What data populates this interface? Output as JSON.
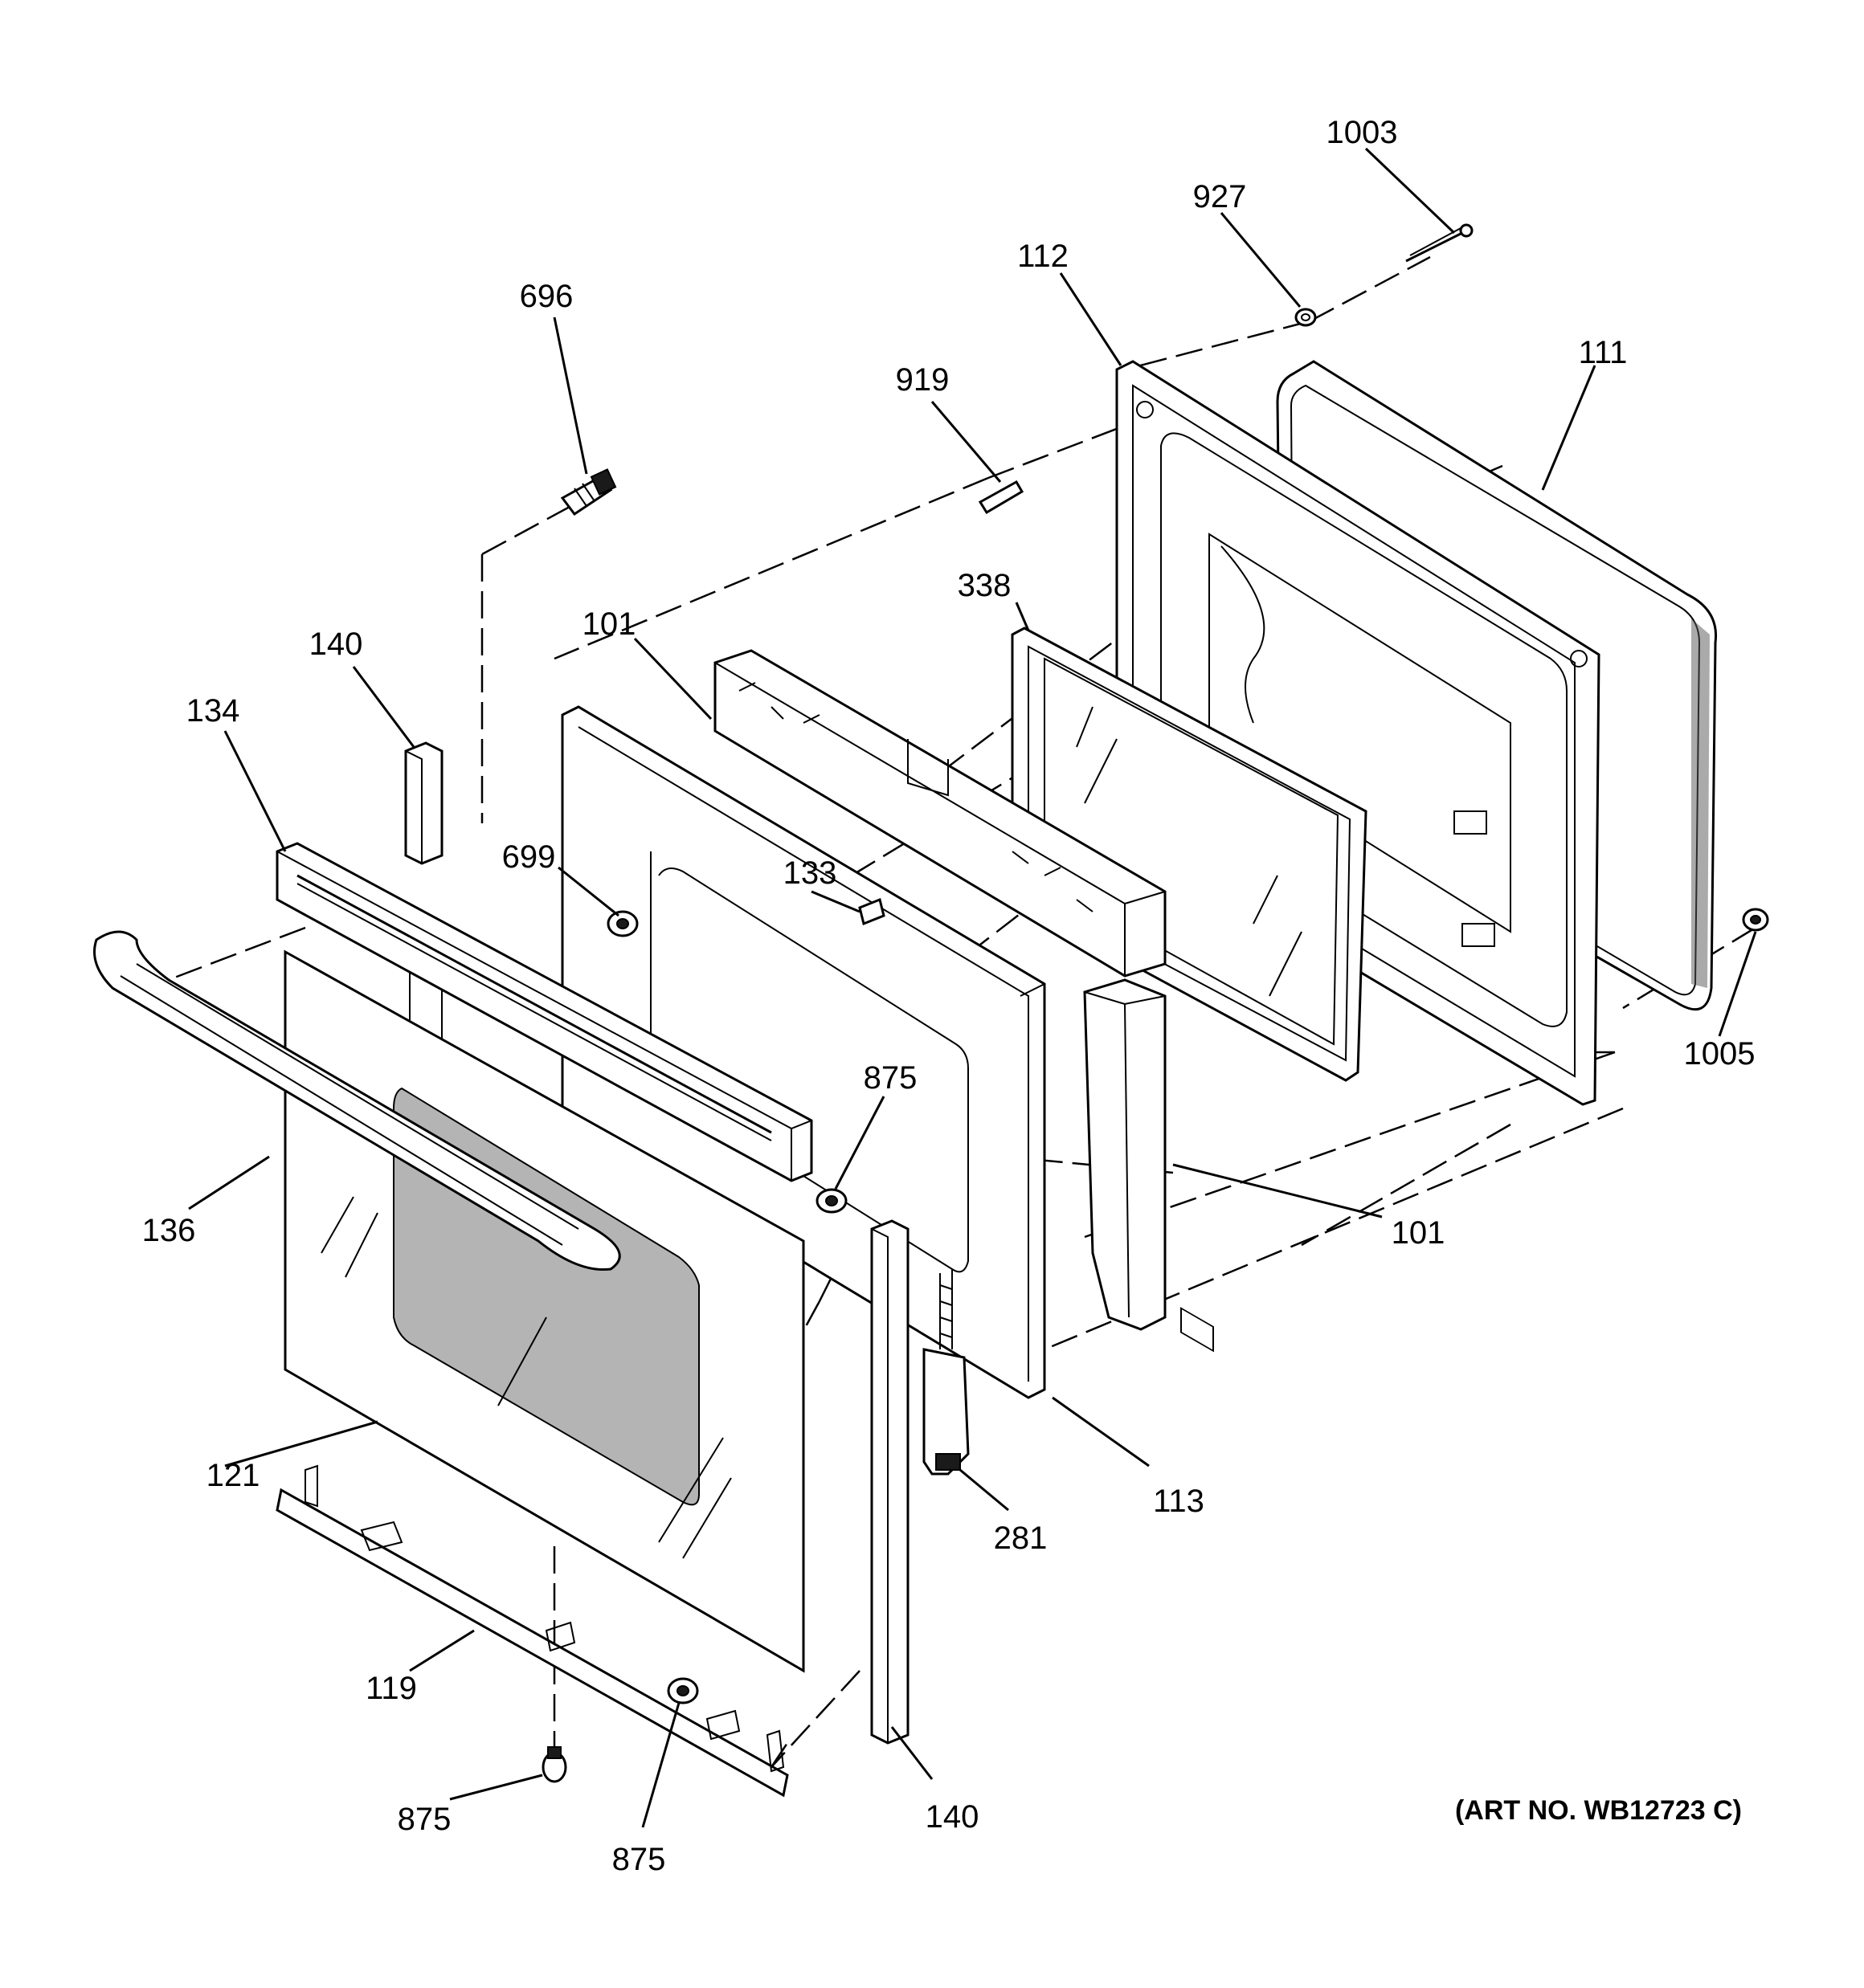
{
  "diagram": {
    "labels": {
      "l1003": "1003",
      "l927": "927",
      "l112": "112",
      "l111": "111",
      "l919": "919",
      "l696": "696",
      "l338": "338",
      "l101a": "101",
      "l140a": "140",
      "l134": "134",
      "l699": "699",
      "l133": "133",
      "l875a": "875",
      "l1005": "1005",
      "l136": "136",
      "l101b": "101",
      "l121": "121",
      "l113": "113",
      "l281": "281",
      "l119": "119",
      "l875b": "875",
      "l875c": "875",
      "l140b": "140"
    },
    "art_number": "(ART NO. WB12723 C)"
  }
}
